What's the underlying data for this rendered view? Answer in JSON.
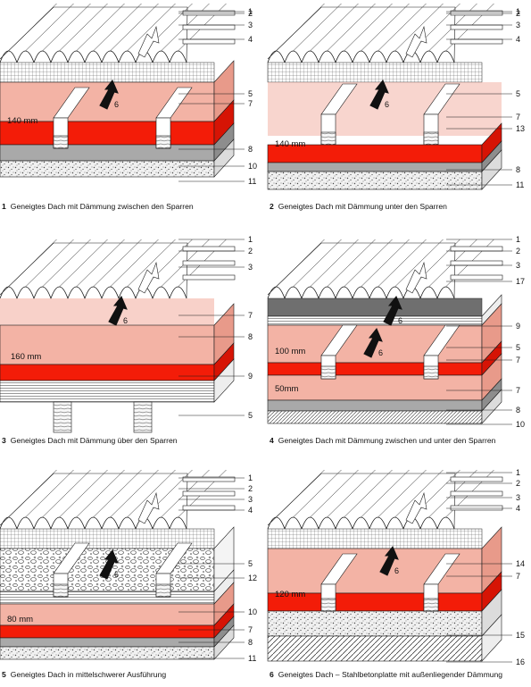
{
  "colors": {
    "insulation": "#f3b3a5",
    "insulation_edge": "#e89a8a",
    "vapor": "#f31c08",
    "gray": "#a9a9a9",
    "gravel": "#ededed",
    "line": "#1a1a1a"
  },
  "panels": [
    {
      "caption_number": "1",
      "caption_text": "Geneigtes Dach mit Dämmung zwischen den Sparren",
      "thickness": "140 mm",
      "arrow_label": "6",
      "layers": [
        "insulation-between",
        "vapor",
        "gray",
        "gravel"
      ],
      "callouts": [
        "1",
        "2",
        "3",
        "4",
        "5",
        "7",
        "8",
        "10",
        "11"
      ]
    },
    {
      "caption_number": "2",
      "caption_text": "Geneigtes Dach mit Dämmung unter den Sparren",
      "thickness": "140 mm",
      "arrow_label": "6",
      "layers": [
        "rafters-open",
        "insulation",
        "vapor",
        "gray",
        "gravel"
      ],
      "callouts": [
        "1",
        "2",
        "3",
        "4",
        "5",
        "7",
        "13",
        "8",
        "11"
      ]
    },
    {
      "caption_number": "3",
      "caption_text": "Geneigtes Dach mit Dämmung über den Sparren",
      "thickness": "160 mm",
      "arrow_label": "6",
      "layers": [
        "insulation",
        "vapor",
        "boards",
        "rafters-below"
      ],
      "callouts": [
        "1",
        "2",
        "3",
        "7",
        "8",
        "9",
        "5"
      ]
    },
    {
      "caption_number": "4",
      "caption_text": "Geneigtes Dach mit Dämmung zwischen und unter den Sparren",
      "thickness": "100 mm",
      "thickness2": "50mm",
      "arrow_label": "6",
      "arrow_label_2": "6",
      "layers": [
        "membrane",
        "boards",
        "insulation-between",
        "vapor",
        "insulation-2",
        "gray",
        "gravel"
      ],
      "callouts": [
        "1",
        "2",
        "3",
        "17",
        "9",
        "5",
        "7",
        "7",
        "8",
        "10"
      ]
    },
    {
      "caption_number": "5",
      "caption_text": "Geneigtes Dach in mittelschwerer Ausführung",
      "thickness": "80 mm",
      "arrow_label": "6",
      "layers": [
        "concrete-between",
        "boards",
        "insulation",
        "vapor",
        "gray",
        "gravel"
      ],
      "callouts": [
        "1",
        "2",
        "3",
        "4",
        "5",
        "12",
        "10",
        "7",
        "8",
        "11"
      ]
    },
    {
      "caption_number": "6",
      "caption_text": "Geneigtes Dach – Stahlbetonplatte mit außenliegender Dämmung",
      "thickness": "120 mm",
      "arrow_label": "6",
      "layers": [
        "insulation-between",
        "vapor",
        "screed",
        "slab"
      ],
      "callouts": [
        "1",
        "2",
        "3",
        "4",
        "14",
        "7",
        "15",
        "16"
      ]
    }
  ]
}
